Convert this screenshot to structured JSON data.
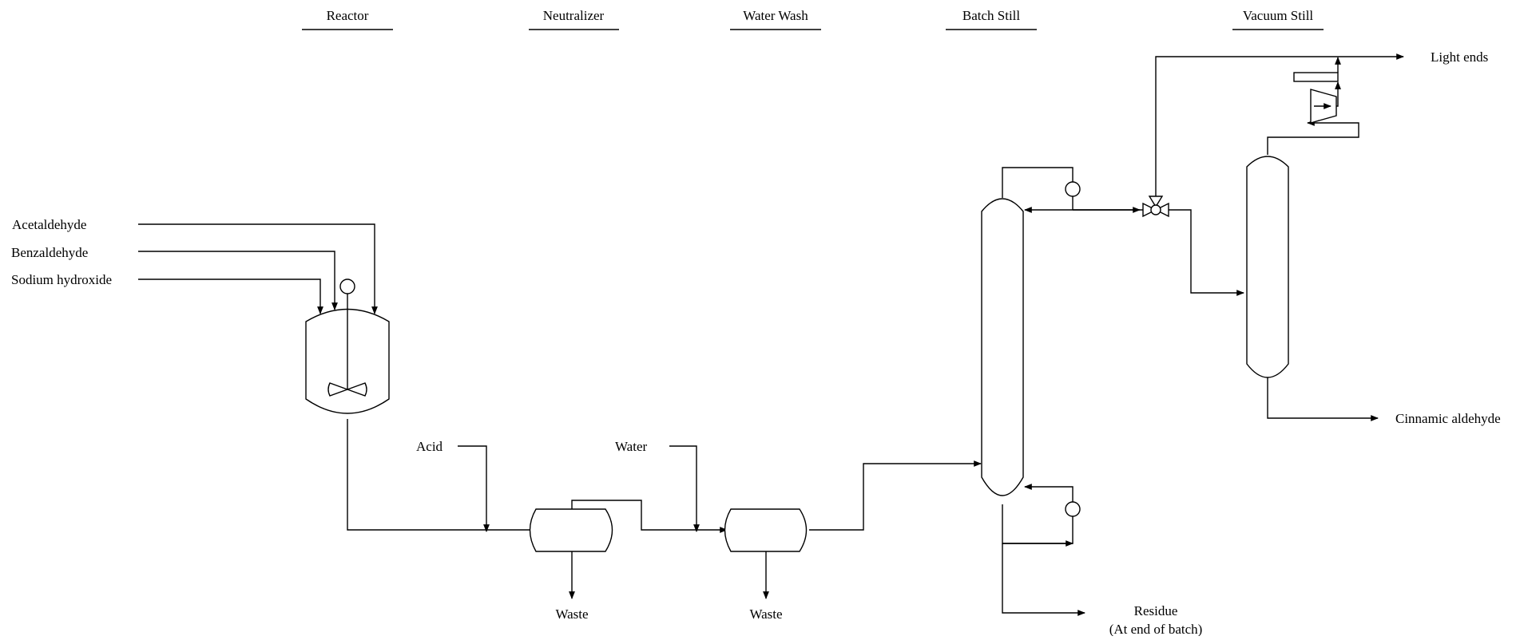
{
  "diagram": {
    "type": "process-flow-diagram",
    "stage_headers": {
      "reactor": "Reactor",
      "neutralizer": "Neutralizer",
      "water_wash": "Water Wash",
      "batch_still": "Batch Still",
      "vacuum_still": "Vacuum Still"
    },
    "feeds": {
      "acetaldehyde": "Acetaldehyde",
      "benzaldehyde": "Benzaldehyde",
      "sodium_hydroxide": "Sodium hydroxide",
      "acid": "Acid",
      "water": "Water"
    },
    "outputs": {
      "waste_neutralizer": "Waste",
      "waste_water_wash": "Waste",
      "residue": "Residue",
      "residue_note": "(At end of batch)",
      "light_ends": "Light ends",
      "cinnamic_aldehyde": "Cinnamic aldehyde"
    },
    "colors": {
      "line": "#000000",
      "background": "#ffffff"
    }
  }
}
